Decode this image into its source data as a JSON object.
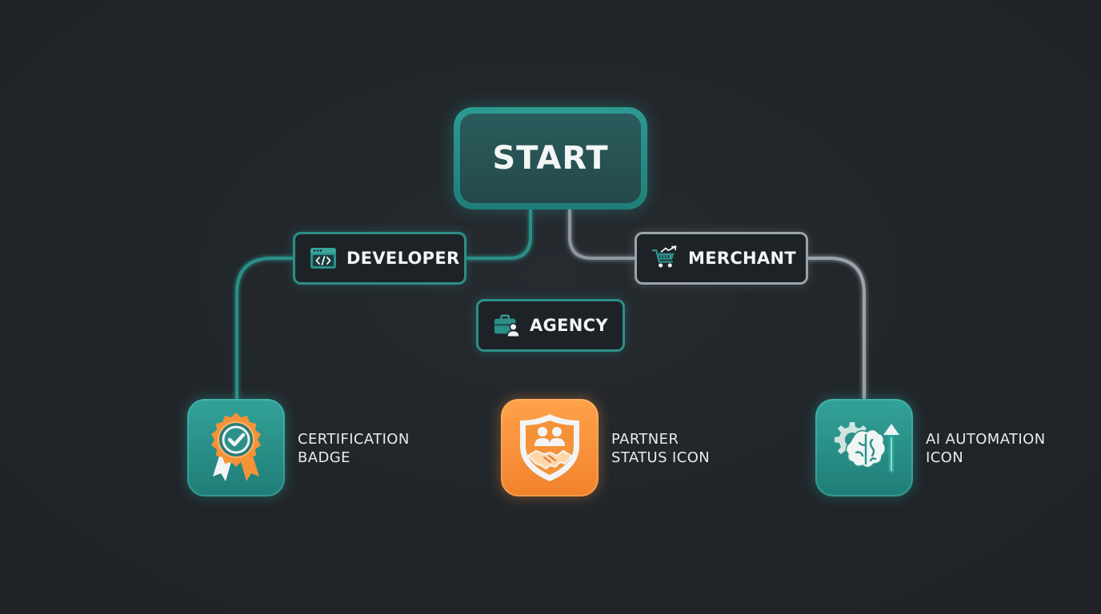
{
  "start": {
    "label": "START"
  },
  "roles": {
    "developer": {
      "label": "DEVELOPER",
      "icon": "code-window-icon"
    },
    "agency": {
      "label": "AGENCY",
      "icon": "briefcase-person-icon"
    },
    "merchant": {
      "label": "MERCHANT",
      "icon": "shopping-cart-growth-icon"
    }
  },
  "outcomes": {
    "certification": {
      "line1": "CERTIFICATION",
      "line2": "BADGE",
      "icon": "certification-badge-icon"
    },
    "partner": {
      "line1": "PARTNER",
      "line2": "STATUS ICON",
      "icon": "partner-handshake-shield-icon"
    },
    "ai": {
      "line1": "AI AUTOMATION",
      "line2": "ICON",
      "icon": "ai-brain-gear-icon"
    }
  },
  "colors": {
    "background": "#22262b",
    "teal": "#2c8f88",
    "orange": "#f59238",
    "grey": "#9aa3aa",
    "text": "#f2f4f5"
  }
}
